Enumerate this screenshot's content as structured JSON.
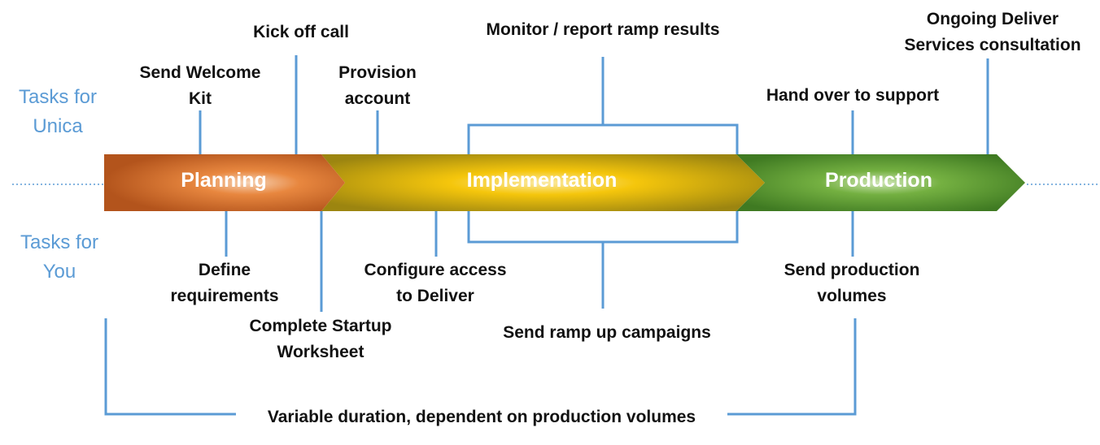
{
  "side_labels": {
    "unica": "Tasks for\nUnica",
    "you": "Tasks for\nYou"
  },
  "phases": {
    "planning": "Planning",
    "implementation": "Implementation",
    "production": "Production"
  },
  "tasks_unica": {
    "send_welcome_kit": "Send Welcome\nKit",
    "kick_off_call": "Kick off call",
    "provision_account": "Provision\naccount",
    "monitor_report": "Monitor / report ramp results",
    "hand_over": "Hand over to support",
    "ongoing_consultation": "Ongoing Deliver\nServices consultation"
  },
  "tasks_you": {
    "define_requirements": "Define\nrequirements",
    "complete_worksheet": "Complete  Startup\nWorksheet",
    "configure_access": "Configure access\nto Deliver",
    "send_ramp_up": "Send ramp up campaigns",
    "send_production_volumes": "Send production\nvolumes"
  },
  "footer": "Variable duration, dependent on production volumes",
  "colors": {
    "connector": "#5b9bd5",
    "planning": "#e07b30",
    "implementation": "#f2c200",
    "production": "#6aaa3a"
  }
}
